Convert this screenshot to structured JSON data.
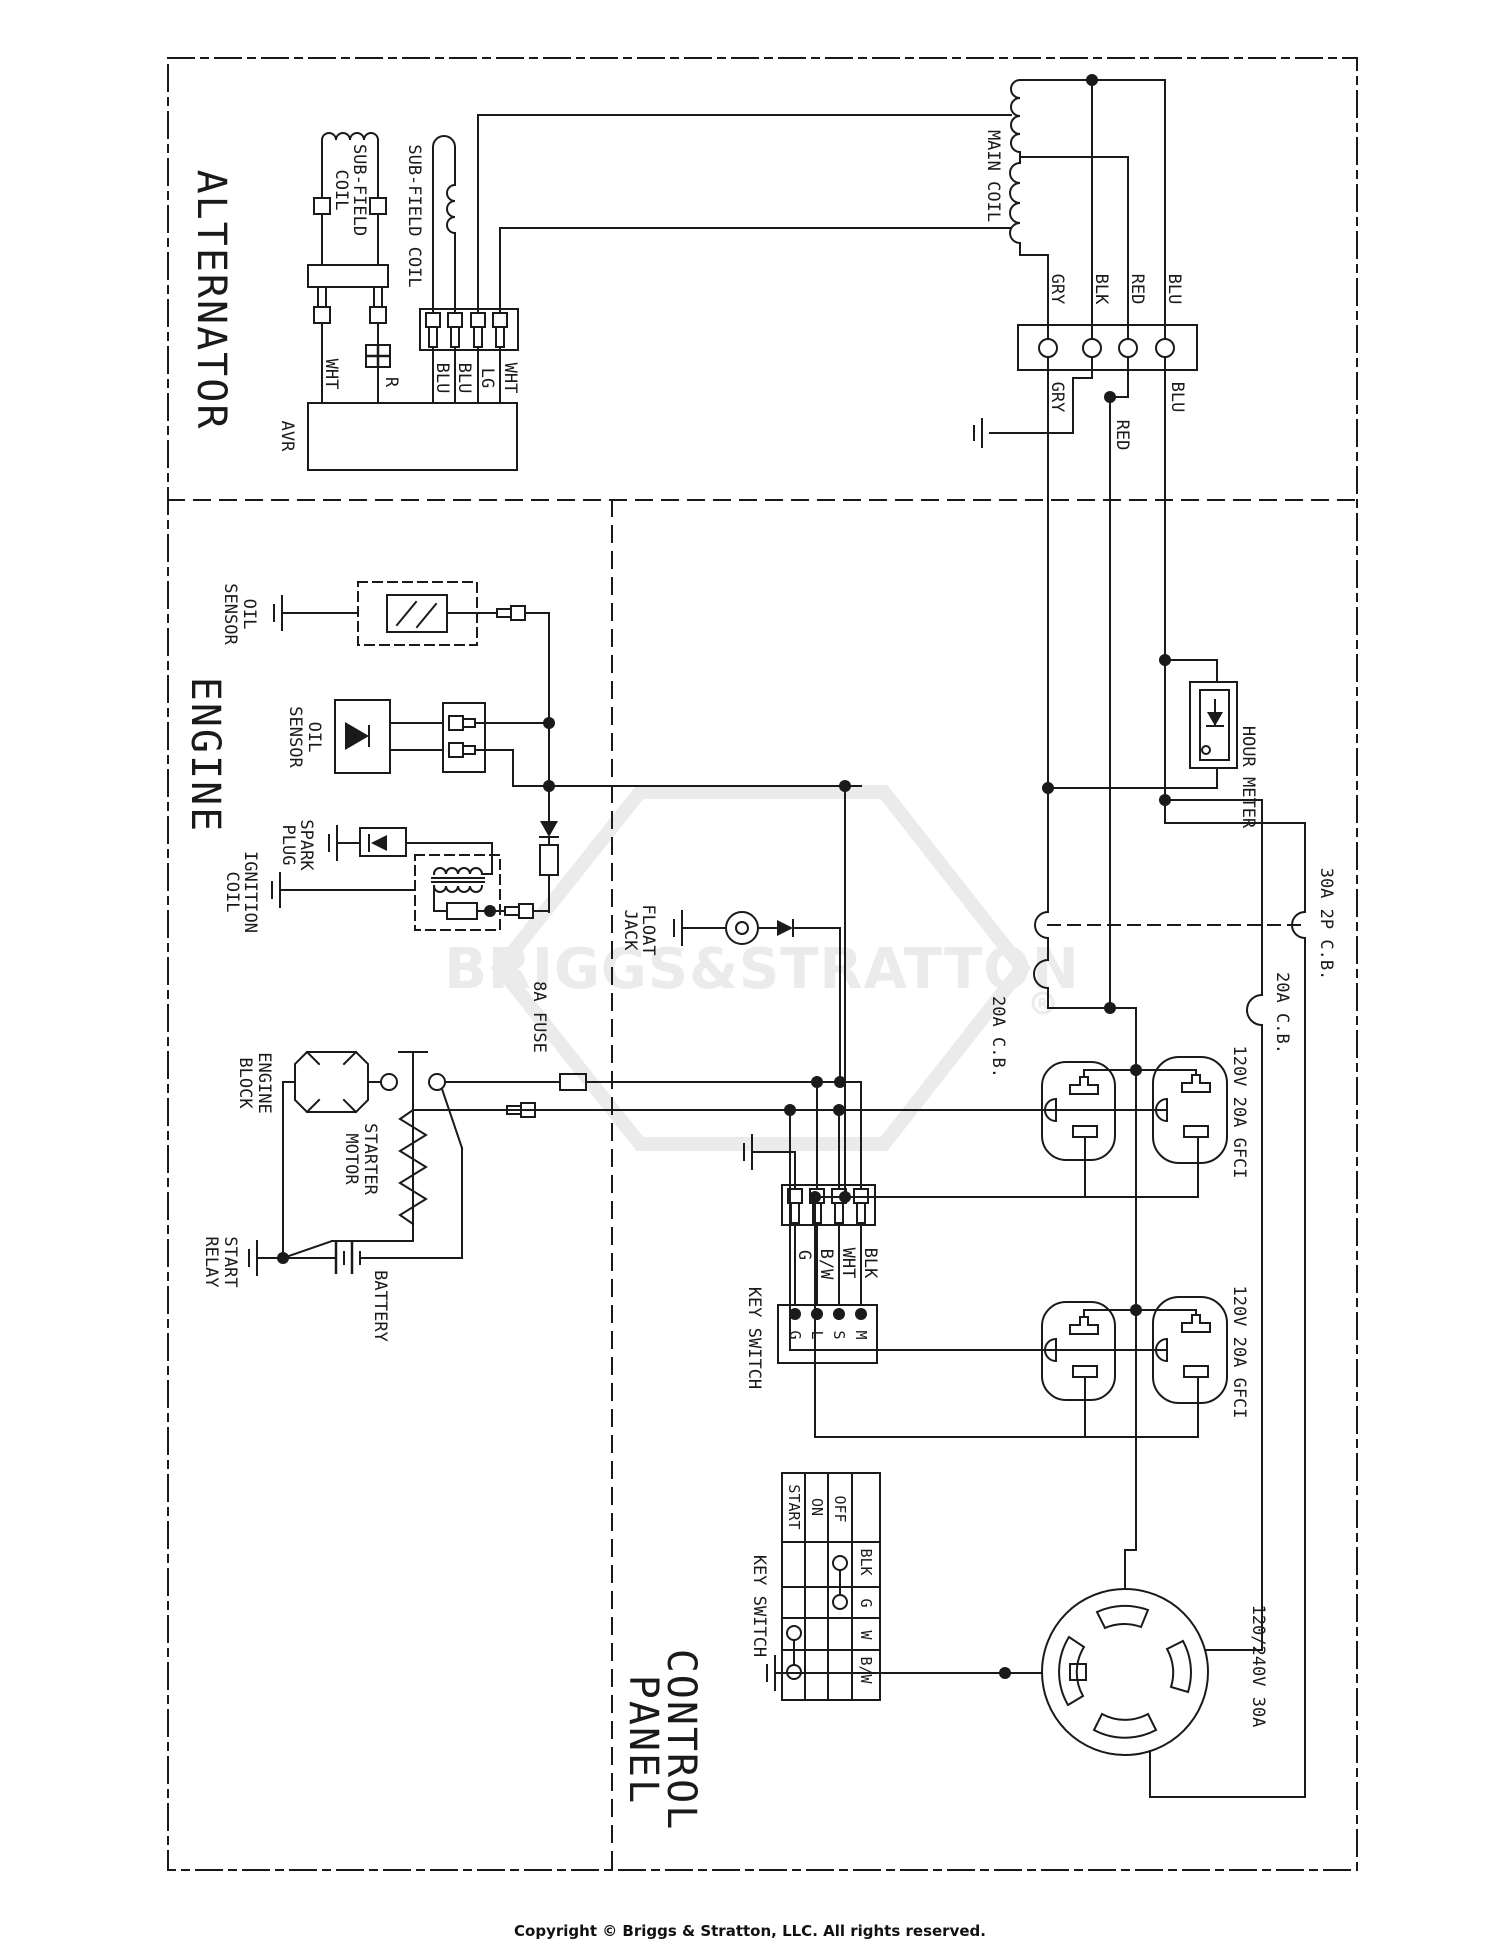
{
  "colors": {
    "ink": "#1a1a1a",
    "watermark": "#ebebeb"
  },
  "sections": {
    "alternator": "ALTERNATOR",
    "engine": "ENGINE",
    "control_line1": "CONTROL",
    "control_line2": "PANEL"
  },
  "watermark": {
    "brand": "BRIGGS&STRATTON",
    "registered": "R"
  },
  "footer": {
    "copyright": "Copyright © Briggs & Stratton, LLC. All rights reserved."
  },
  "alternator": {
    "subfield_coil_a": [
      "SUB-FIELD",
      "COIL"
    ],
    "subfield_coil_b": "SUB-FIELD COIL",
    "main_coil": "MAIN COIL",
    "avr": "AVR",
    "avr_wires": [
      "WHT",
      "R",
      "BLU",
      "BLU",
      "LG",
      "WHT"
    ],
    "output_wires_top": [
      "GRY",
      "BLK",
      "RED",
      "BLU"
    ],
    "output_wires_bottom": [
      "GRY",
      "RED",
      "BLU"
    ]
  },
  "engine": {
    "oil_sensor_1": [
      "OIL",
      "SENSOR"
    ],
    "oil_sensor_2": [
      "OIL",
      "SENSOR"
    ],
    "spark_plug": [
      "SPARK",
      "PLUG"
    ],
    "ignition_coil": [
      "IGNITION",
      "COIL"
    ],
    "engine_block": [
      "ENGINE",
      "BLOCK"
    ],
    "starter_motor": [
      "STARTER",
      "MOTOR"
    ],
    "start_relay": [
      "START",
      "RELAY"
    ],
    "battery": "BATTERY",
    "fuse": "8A FUSE",
    "float_jack": [
      "FLOAT",
      "JACK"
    ]
  },
  "control_panel": {
    "key_switch": "KEY SWITCH",
    "key_switch_wires": [
      "G",
      "B/W",
      "WHT",
      "BLK"
    ],
    "key_switch_terminals": [
      "G",
      "L",
      "S",
      "M"
    ],
    "key_table": {
      "label": "KEY SWITCH",
      "positions": [
        "START",
        "ON",
        "OFF"
      ],
      "columns": [
        "BLK",
        "G",
        "W",
        "B/W"
      ]
    },
    "hour_meter": "HOUR METER",
    "breaker_30a": "30A 2P C.B.",
    "breaker_20a_left": "20A C.B.",
    "breaker_20a_right": "20A C.B.",
    "gfci_1": "120V 20A GFCI",
    "gfci_2": "120V 20A GFCI",
    "receptacle": "120/240V 30A"
  }
}
